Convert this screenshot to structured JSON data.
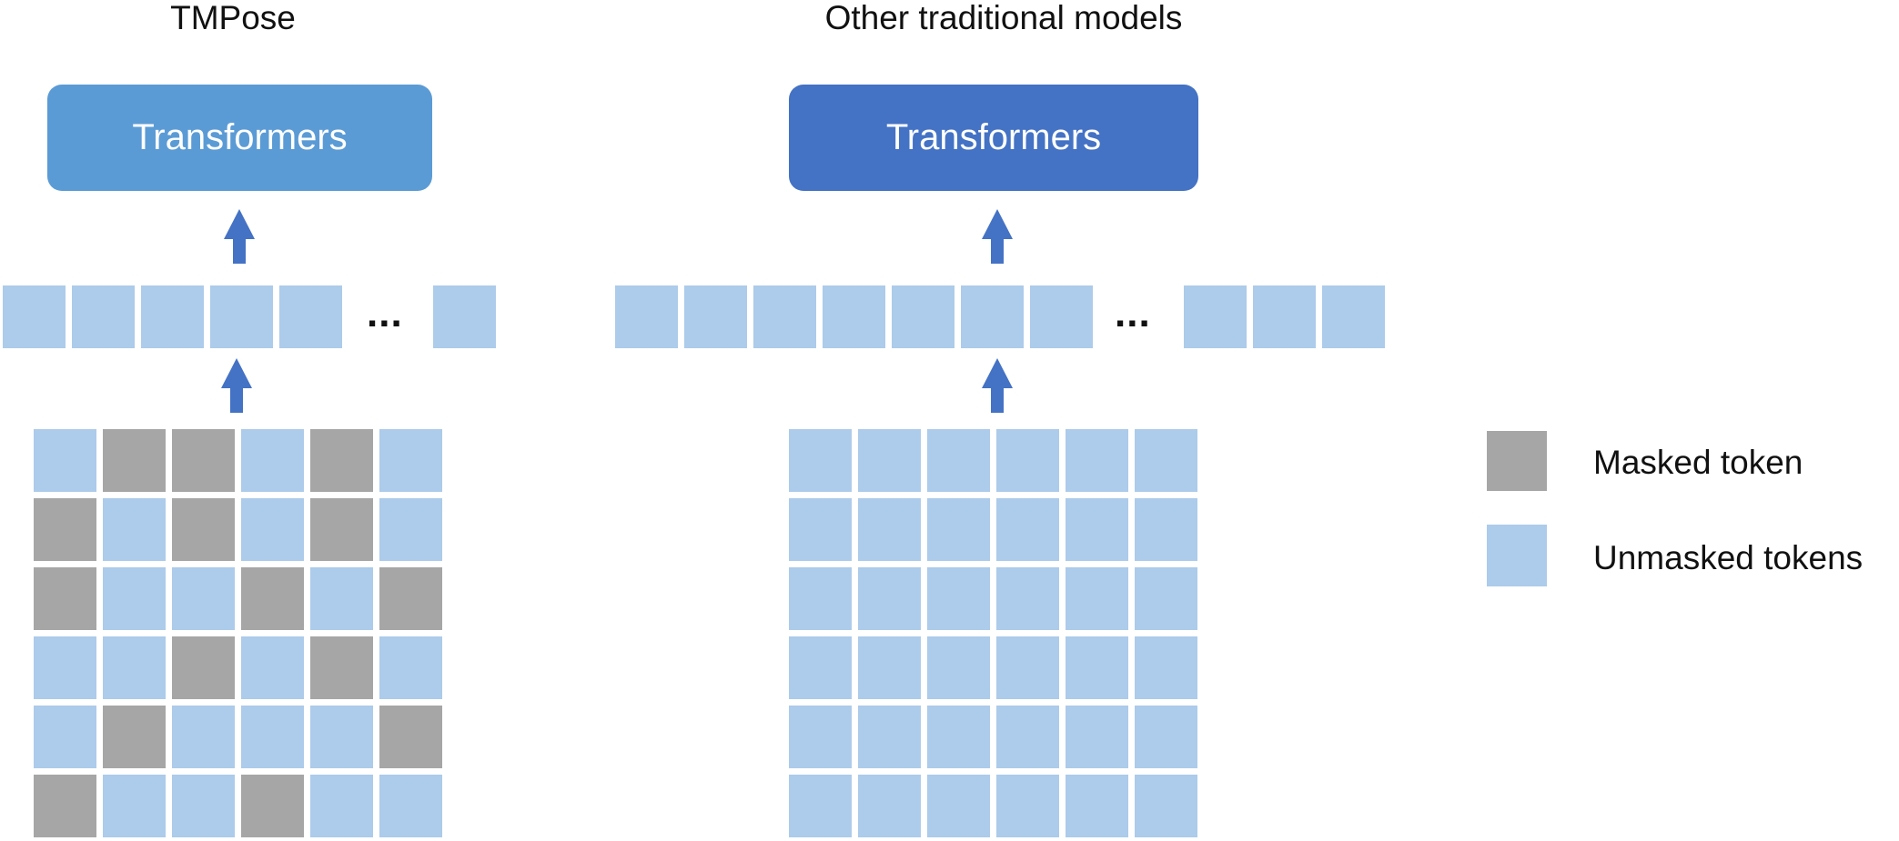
{
  "colors": {
    "unmasked": "#adcbea",
    "masked": "#a6a6a6",
    "tmpose_box": "#5b9bd5",
    "other_box": "#4472c4",
    "arrow": "#4472c4"
  },
  "left": {
    "title": "TMPose",
    "box_label": "Transformers",
    "sequence_before_dots": 5,
    "sequence_after_dots": 1,
    "ellipsis": "...",
    "grid": [
      [
        0,
        1,
        1,
        0,
        1,
        0
      ],
      [
        1,
        0,
        1,
        0,
        1,
        0
      ],
      [
        1,
        0,
        0,
        1,
        0,
        1
      ],
      [
        0,
        0,
        1,
        0,
        1,
        0
      ],
      [
        0,
        1,
        0,
        0,
        0,
        1
      ],
      [
        1,
        0,
        0,
        1,
        0,
        0
      ]
    ]
  },
  "right": {
    "title": "Other traditional models",
    "box_label": "Transformers",
    "sequence_before_dots": 7,
    "sequence_after_dots": 3,
    "ellipsis": "...",
    "grid": [
      [
        0,
        0,
        0,
        0,
        0,
        0
      ],
      [
        0,
        0,
        0,
        0,
        0,
        0
      ],
      [
        0,
        0,
        0,
        0,
        0,
        0
      ],
      [
        0,
        0,
        0,
        0,
        0,
        0
      ],
      [
        0,
        0,
        0,
        0,
        0,
        0
      ],
      [
        0,
        0,
        0,
        0,
        0,
        0
      ]
    ]
  },
  "legend": {
    "masked_label": "Masked token",
    "unmasked_label": "Unmasked tokens"
  }
}
